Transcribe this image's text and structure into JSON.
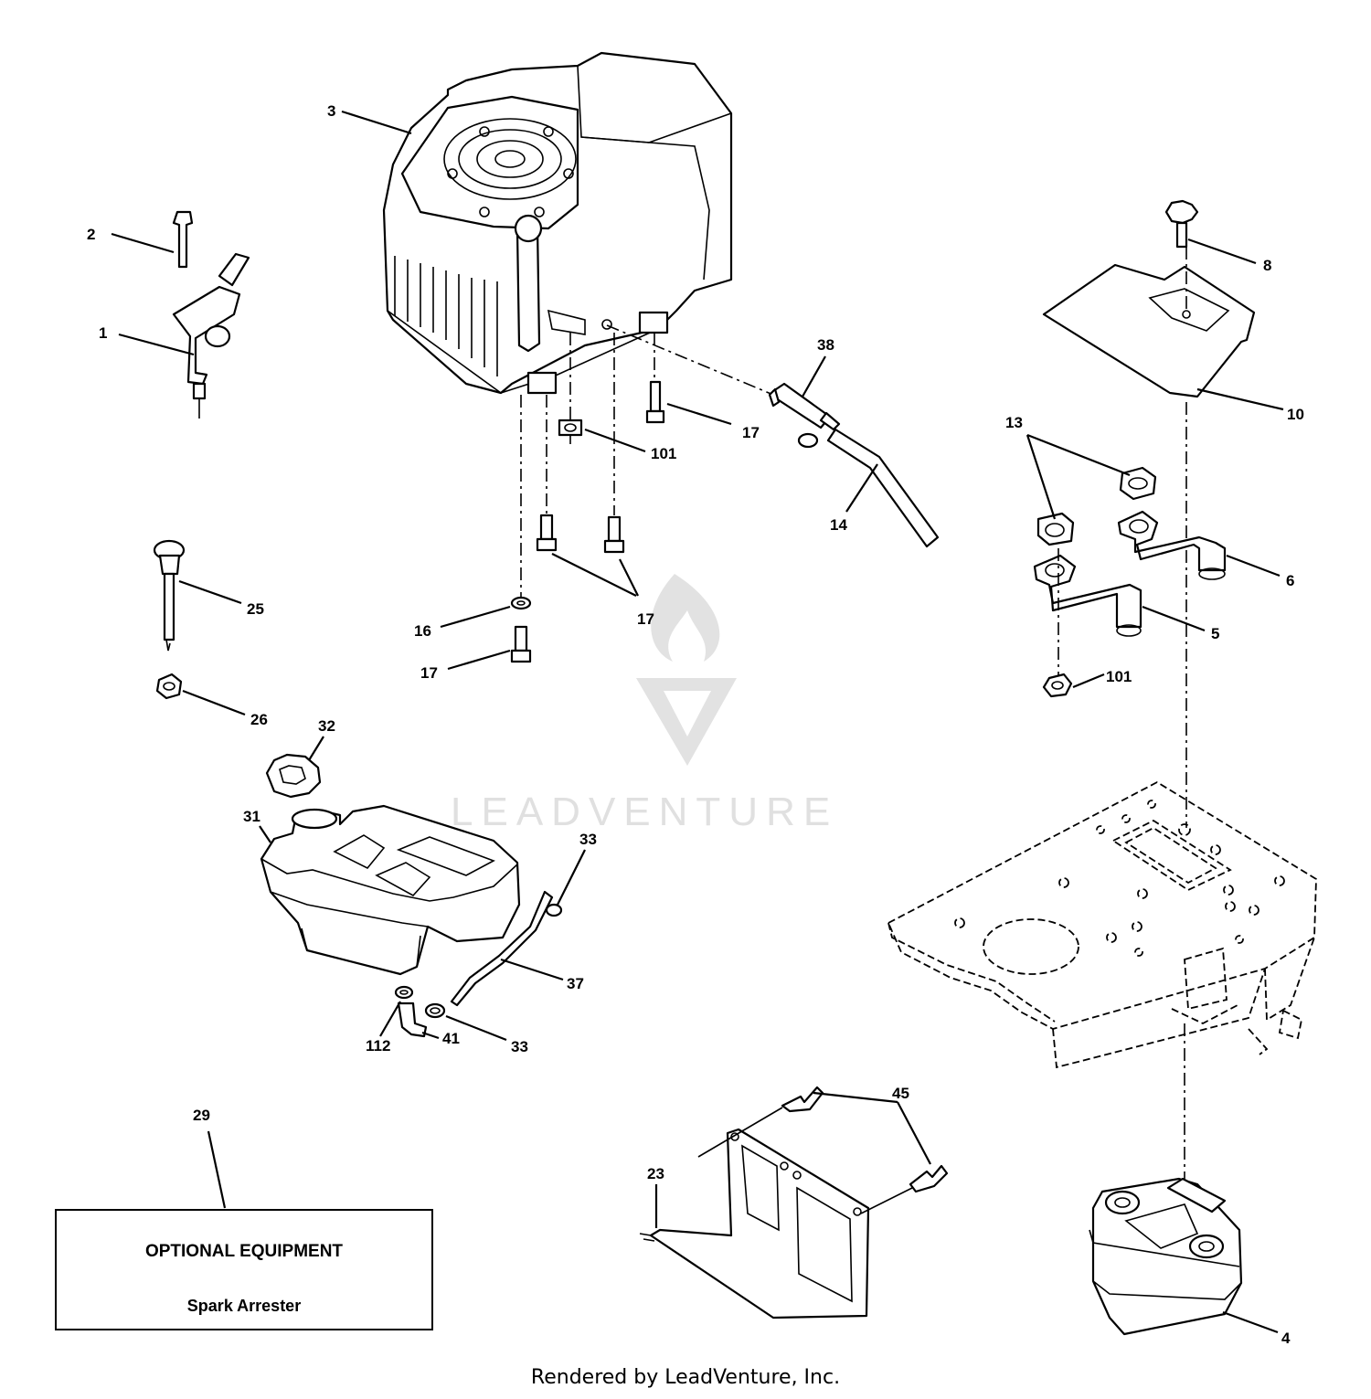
{
  "callouts": {
    "c1": "1",
    "c2": "2",
    "c3": "3",
    "c4": "4",
    "c5": "5",
    "c6": "6",
    "c8": "8",
    "c10": "10",
    "c13": "13",
    "c14": "14",
    "c16": "16",
    "c17a": "17",
    "c17b": "17",
    "c17c": "17",
    "c23": "23",
    "c25": "25",
    "c26": "26",
    "c29": "29",
    "c31": "31",
    "c32": "32",
    "c33a": "33",
    "c33b": "33",
    "c37": "37",
    "c38": "38",
    "c41": "41",
    "c45": "45",
    "c101a": "101",
    "c101b": "101",
    "c112": "112"
  },
  "optional_box": {
    "title": "OPTIONAL EQUIPMENT",
    "item": "Spark Arrester"
  },
  "watermark": "LEADVENTURE",
  "footer": "Rendered by LeadVenture, Inc."
}
